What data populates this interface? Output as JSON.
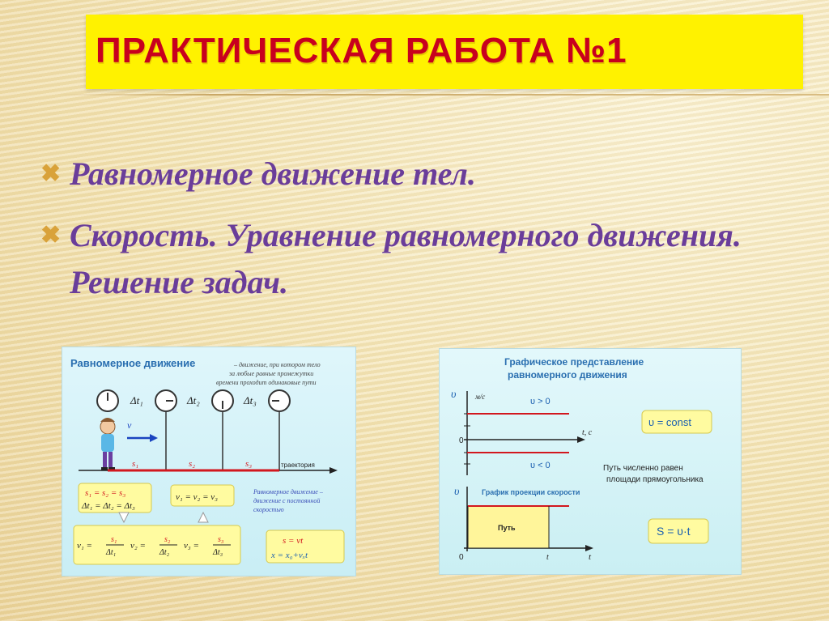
{
  "title": "ПРАКТИЧЕСКАЯ РАБОТА №1",
  "bullets": [
    {
      "marker": "✖",
      "text": "Равномерное движение тел."
    },
    {
      "marker": "✖",
      "text": "Скорость. Уравнение равномерного движения. Решение задач."
    }
  ],
  "left_panel": {
    "heading": "Равномерное движение",
    "definition": [
      "– движение, при котором тело",
      "за любые равные промежутки",
      "времени проходит одинаковые пути"
    ],
    "delta_labels": [
      "Δt₁",
      "Δt₂",
      "Δt₃"
    ],
    "vector_v": "v",
    "segments": [
      "s₁",
      "s₂",
      "s₃"
    ],
    "trajectory": "траектория",
    "eq_paths": [
      "s₁ = s₂ = s₃",
      "Δt₁ = Δt₂ = Δt₃"
    ],
    "eq_speeds": "v₁ = v₂ = v₃",
    "definition2": [
      "Равномерное движение –",
      "движение с постоянной",
      "скоростью"
    ],
    "v1": "v₁ =",
    "v2": "v₂ =",
    "v3": "v₃ =",
    "f1n": "s₁",
    "f1d": "Δt₁",
    "f2n": "s₂",
    "f2d": "Δt₂",
    "f3n": "s₃",
    "f3d": "Δt₃",
    "vector_eq": "s = vt",
    "coord_eq": "x = x₀+vₓt"
  },
  "right_panel": {
    "heading": [
      "Графическое представление",
      "равномерного движения"
    ],
    "axis_v": "υ",
    "unit": "м/с",
    "axis_t": "t, с",
    "zero": "0",
    "v_pos": "υ > 0",
    "v_neg": "υ < 0",
    "const_box": "υ = const",
    "note": [
      "Путь численно равен",
      "площади прямоугольника"
    ],
    "graph_title": "График проекции скорости",
    "area_label": "Путь",
    "t_label": "t",
    "t_axis": "t",
    "zero2": "0",
    "axis_v2": "υ",
    "area_formula": "S = υ·t"
  }
}
